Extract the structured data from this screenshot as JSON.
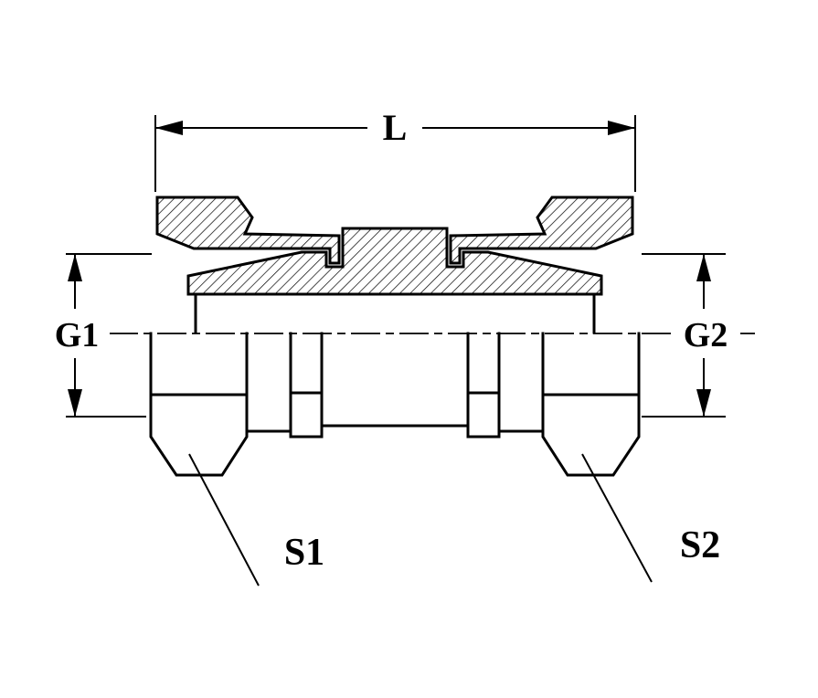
{
  "page": {
    "background": "#ffffff",
    "line_color": "#000000"
  },
  "diagram": {
    "type": "technical-section-drawing",
    "subject": "hydraulic-swivel-adapter-fitting",
    "dimensions": {
      "length_label": "L",
      "left_thread_label": "G1",
      "right_thread_label": "G2",
      "left_hex_label": "S1",
      "right_hex_label": "S2"
    }
  }
}
